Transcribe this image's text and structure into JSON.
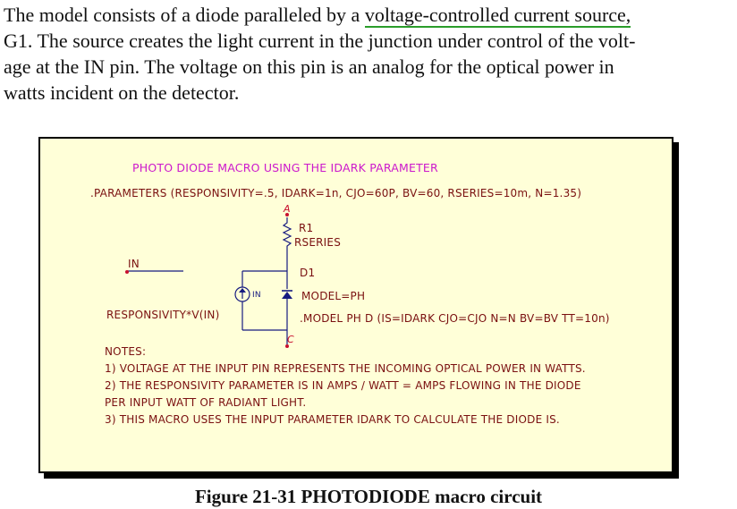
{
  "paragraph": {
    "line1_before": "The model consists of a diode paralleled by a ",
    "line1_link": "voltage-controlled current source,",
    "line2": "G1. The source creates the light current in the junction under control of the volt-",
    "line3": "age at the IN pin. The voltage on this pin is an analog for the optical power in",
    "line4": "watts incident on the detector."
  },
  "schematic": {
    "title": "PHOTO DIODE MACRO USING THE IDARK PARAMETER",
    "parameters": ".PARAMETERS  (RESPONSIVITY=.5, IDARK=1n, CJO=60P, BV=60, RSERIES=10m, N=1.35)",
    "node_a": "A",
    "resistor_name": "R1",
    "resistor_value": "RSERIES",
    "pin_in": "IN",
    "diode_name": "D1",
    "diode_model": "MODEL=PH",
    "source_label": "IN",
    "source_expr": "RESPONSIVITY*V(IN)",
    "model_line": ".MODEL PH D (IS=IDARK CJO=CJO N=N BV=BV TT=10n)",
    "node_c": "C",
    "notes_title": "NOTES:",
    "note1": "1) VOLTAGE AT THE INPUT PIN REPRESENTS THE INCOMING OPTICAL POWER IN WATTS.",
    "note2a": "2) THE RESPONSIVITY PARAMETER IS IN AMPS / WATT  = AMPS FLOWING IN THE DIODE",
    "note2b": "PER INPUT WATT OF RADIANT LIGHT.",
    "note3": "3) THIS MACRO USES THE INPUT PARAMETER IDARK TO CALCULATE THE DIODE IS."
  },
  "caption": "Figure 21-31 PHOTODIODE macro circuit",
  "colors": {
    "title": "#cc18cc",
    "text": "#7a1010",
    "node": "#c8102e",
    "wire": "#161a80",
    "box_fill": "#ffffd8",
    "link_underline": "#2a9d2a"
  }
}
